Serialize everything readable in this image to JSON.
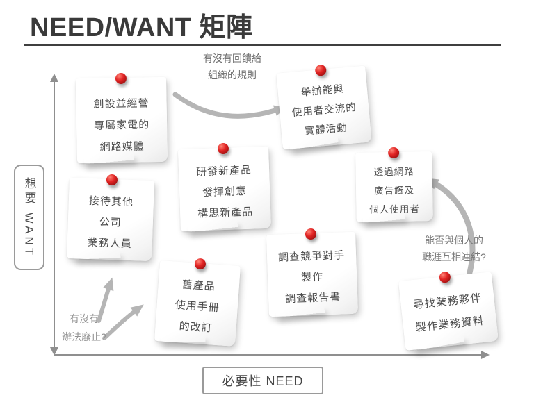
{
  "title": "NEED/WANT 矩陣",
  "axes": {
    "y_label": "想要 WANT",
    "x_label": "必要性 NEED"
  },
  "notes": [
    {
      "name": "create-online-media",
      "lines": [
        "創設並經營",
        "專屬家電的",
        "網路媒體"
      ]
    },
    {
      "name": "host-user-events",
      "lines": [
        "舉辦能與",
        "使用者交流的",
        "實體活動"
      ]
    },
    {
      "name": "develop-new-products",
      "lines": [
        "研發新產品",
        "發揮創意",
        "構思新產品"
      ]
    },
    {
      "name": "online-ads",
      "lines": [
        "透過網路",
        "廣告觸及",
        "個人使用者"
      ]
    },
    {
      "name": "receive-sales-reps",
      "lines": [
        "接待其他",
        "公司",
        "業務人員"
      ]
    },
    {
      "name": "revise-manuals",
      "lines": [
        "舊產品",
        "使用手冊",
        "的改訂"
      ]
    },
    {
      "name": "competitor-research",
      "lines": [
        "調查競爭對手",
        "製作",
        "調查報告書"
      ]
    },
    {
      "name": "find-partners",
      "lines": [
        "尋找業務夥伴",
        "製作業務資料"
      ]
    }
  ],
  "annotations": [
    {
      "name": "feedback-rule",
      "lines": [
        "有沒有回饋給",
        "組織的規則"
      ]
    },
    {
      "name": "career-link",
      "lines": [
        "能否與個人的",
        "職涯互相連結?"
      ]
    },
    {
      "name": "abolish",
      "lines": [
        "有沒有",
        "辦法廢止?"
      ]
    }
  ],
  "colors": {
    "pin_red": "#c81e1e",
    "brush_gray": "#b5b5b5",
    "axis_gray": "#8f8f8f",
    "title_text": "#3a3a3a",
    "note_text": "#4a4a4a",
    "annotation_gray": "#787878"
  }
}
